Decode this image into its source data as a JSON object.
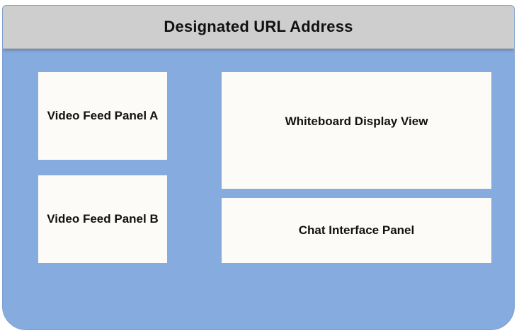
{
  "header": {
    "title": "Designated URL Address"
  },
  "panels": {
    "video_a": {
      "label": "Video Feed Panel A"
    },
    "video_b": {
      "label": "Video Feed Panel B"
    },
    "whiteboard": {
      "label": "Whiteboard Display View"
    },
    "chat": {
      "label": "Chat Interface Panel"
    }
  },
  "colors": {
    "background": "#86abde",
    "header": "#cecece",
    "panel": "#fdfbf8",
    "text": "#111111"
  }
}
